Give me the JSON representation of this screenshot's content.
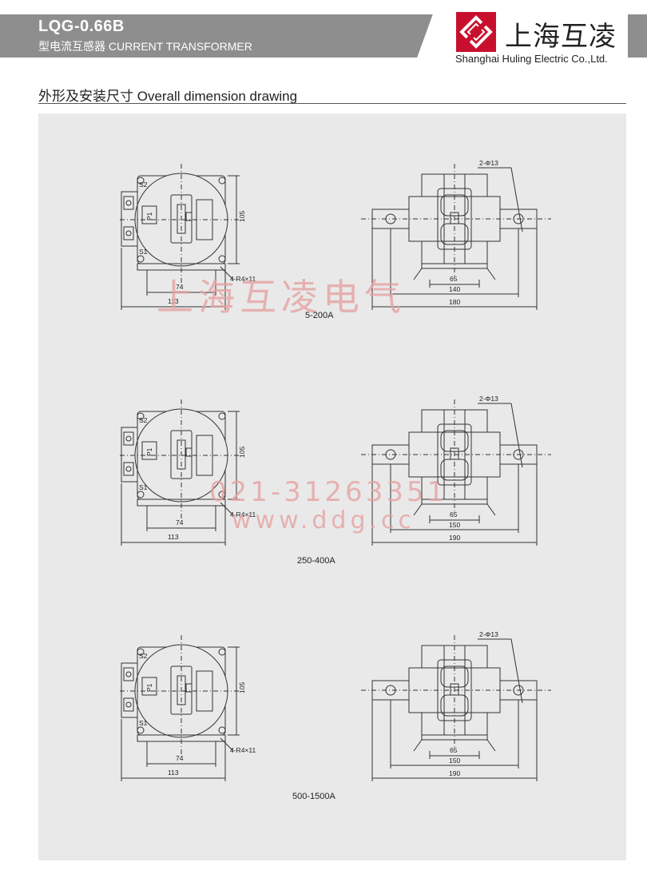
{
  "header": {
    "title": "LQG-0.66B",
    "subtitle": "型电流互感器 CURRENT TRANSFORMER",
    "logo_cn": "上海互凌",
    "logo_en": "Shanghai Huling Electric Co.,Ltd."
  },
  "section": {
    "title": "外形及安装尺寸  Overall dimension drawing"
  },
  "watermarks": {
    "company": "上海互凌电气",
    "phone": "021-31263351",
    "site": "www.ddg.cc"
  },
  "drawings": [
    {
      "caption": "5-200A",
      "front": {
        "height": "105",
        "width_inner": "74",
        "width_outer": "113",
        "slot": "4-R4×11",
        "p1": "P1",
        "s1": "S1",
        "s2": "S2"
      },
      "side": {
        "holes": "2-Φ13",
        "d1": "65",
        "d2": "140",
        "d3": "180"
      }
    },
    {
      "caption": "250-400A",
      "front": {
        "height": "105",
        "width_inner": "74",
        "width_outer": "113",
        "slot": "4-R4×11",
        "p1": "P1",
        "s1": "S1",
        "s2": "S2"
      },
      "side": {
        "holes": "2-Φ13",
        "d1": "65",
        "d2": "150",
        "d3": "190"
      }
    },
    {
      "caption": "500-1500A",
      "front": {
        "height": "105",
        "width_inner": "74",
        "width_outer": "113",
        "slot": "4-R4×11",
        "p1": "P1",
        "s1": "S1",
        "s2": "S2"
      },
      "side": {
        "holes": "2-Φ13",
        "d1": "65",
        "d2": "150",
        "d3": "190"
      }
    }
  ],
  "colors": {
    "header_gray": "#8e8e8e",
    "logo_red": "#c8102e",
    "panel": "#e9e9e9",
    "watermark": "#e6a3a3"
  }
}
